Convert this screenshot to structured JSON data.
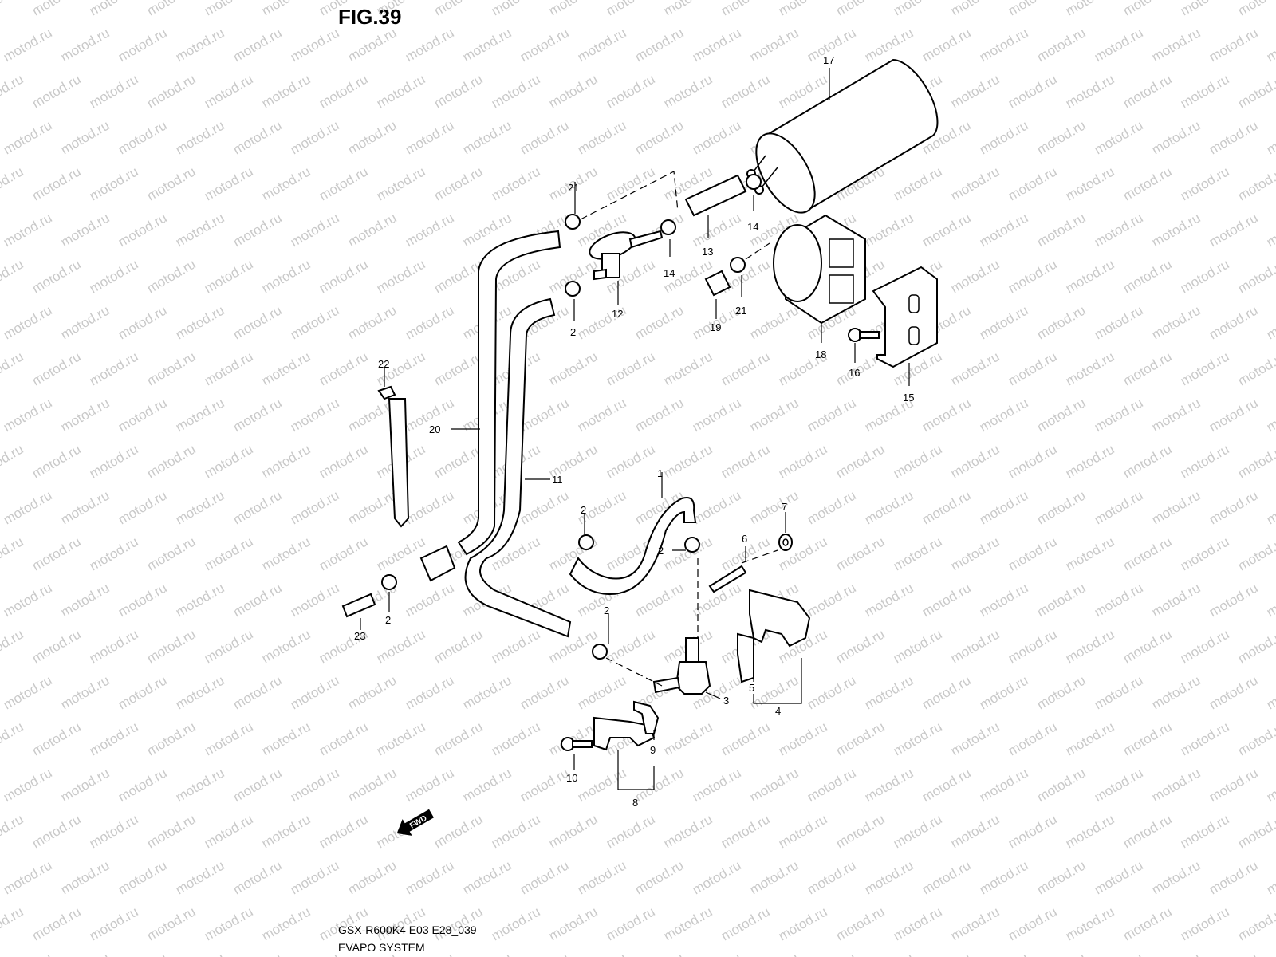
{
  "figure": {
    "title": "FIG.39",
    "footer_code": "GSX-R600K4 E03 E28_039",
    "footer_name": "EVAPO SYSTEM"
  },
  "watermark": "motod.ru",
  "fwd_label": "FWD",
  "callouts": [
    "17",
    "21",
    "14",
    "13",
    "14",
    "21",
    "12",
    "2",
    "19",
    "18",
    "16",
    "15",
    "22",
    "20",
    "11",
    "1",
    "2",
    "7",
    "6",
    "2",
    "2",
    "23",
    "2",
    "3",
    "5",
    "4",
    "9",
    "10",
    "8"
  ]
}
